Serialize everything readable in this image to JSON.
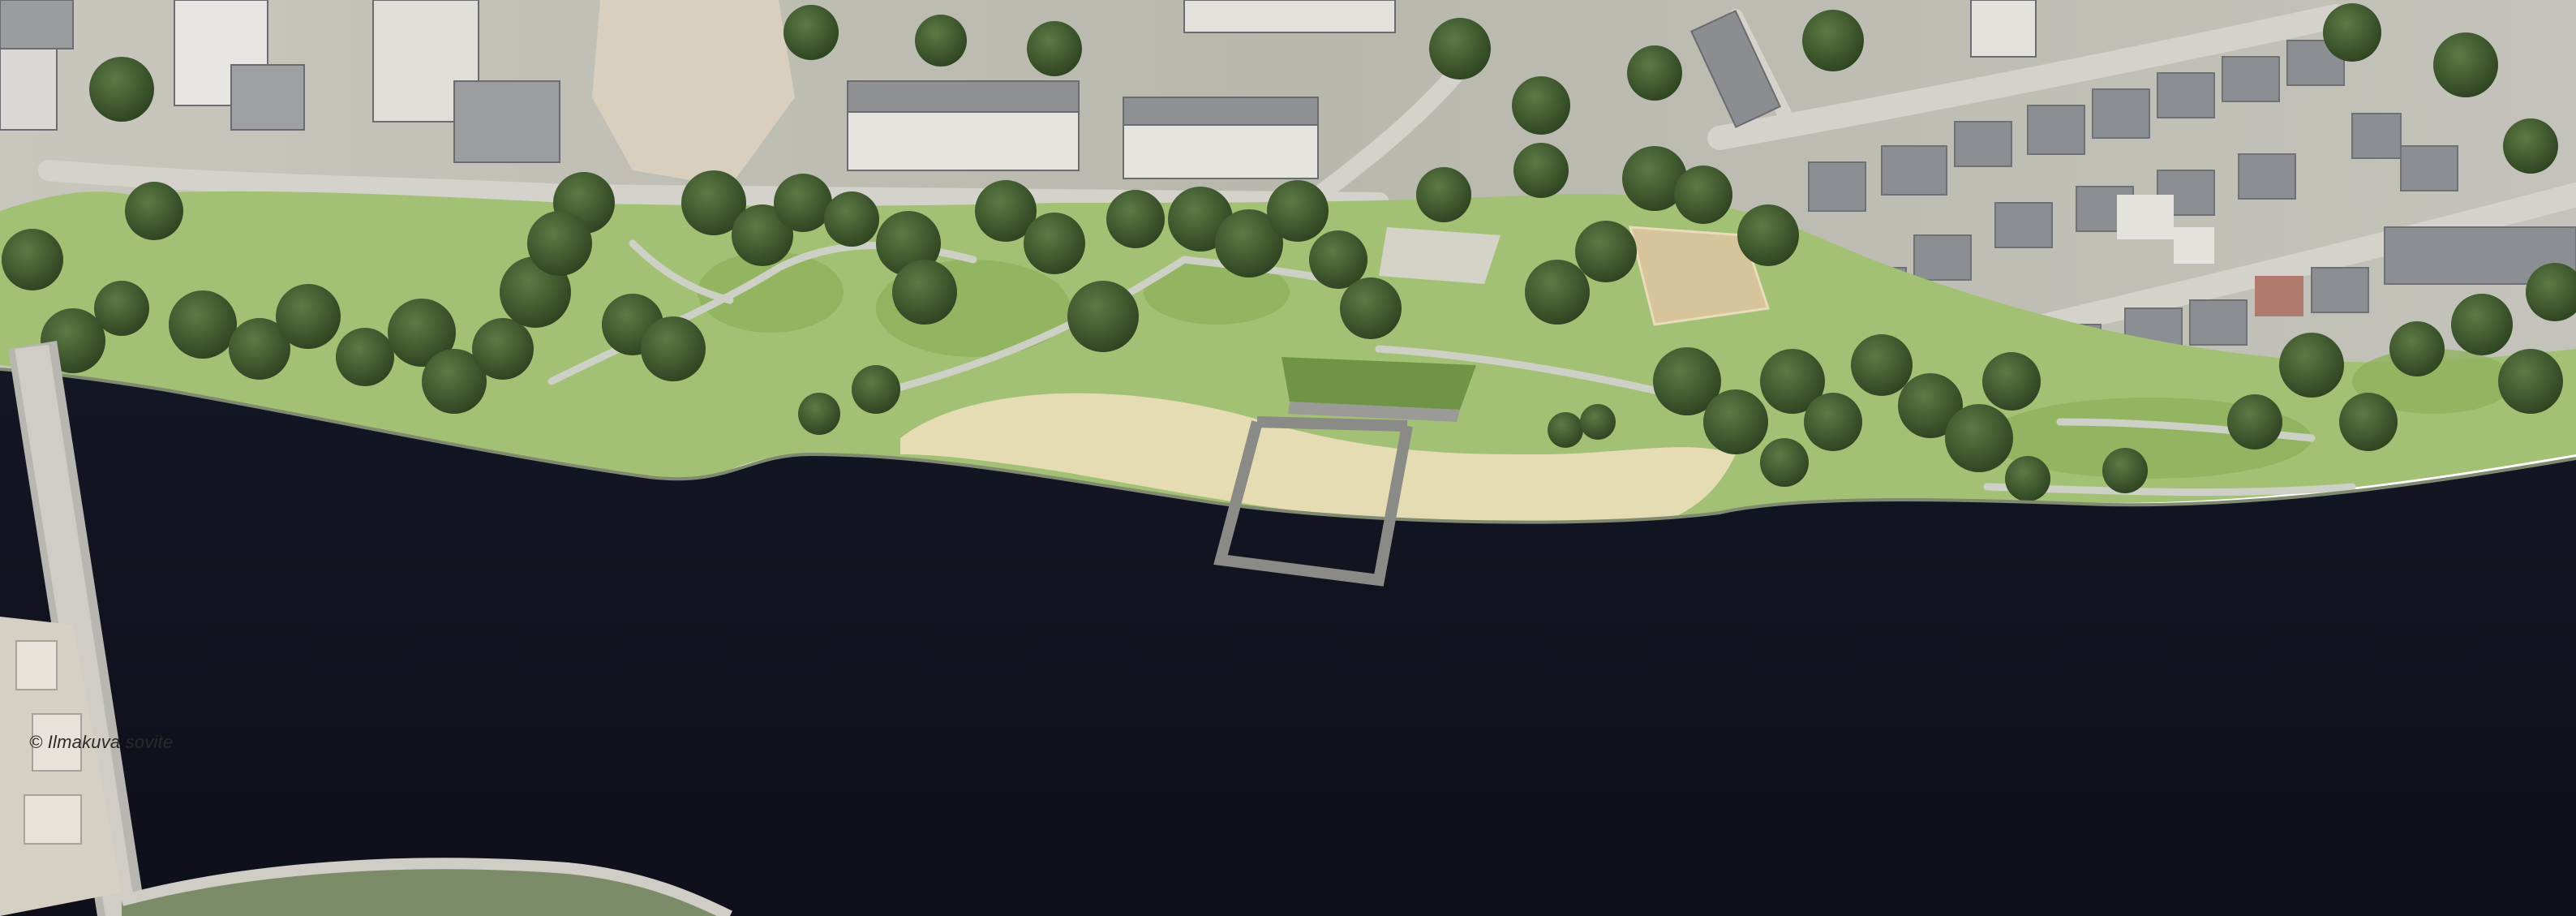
{
  "image": {
    "caption": "Ilmakuva sovite",
    "copyright_symbol": "©"
  },
  "colors": {
    "water": "#10111d",
    "lawn": "#9fbe72",
    "sand": "#e6dcb4",
    "tree": "#3f5a2e",
    "rooftop": "#8a8d91",
    "pier": "#7d7d7b"
  },
  "features": {
    "river": "river",
    "park": "park",
    "beach": "beach",
    "pier": "pier",
    "pavilion": "pavilion",
    "sports_field": "sports-field",
    "bridge": "bridge",
    "residential": "residential"
  }
}
